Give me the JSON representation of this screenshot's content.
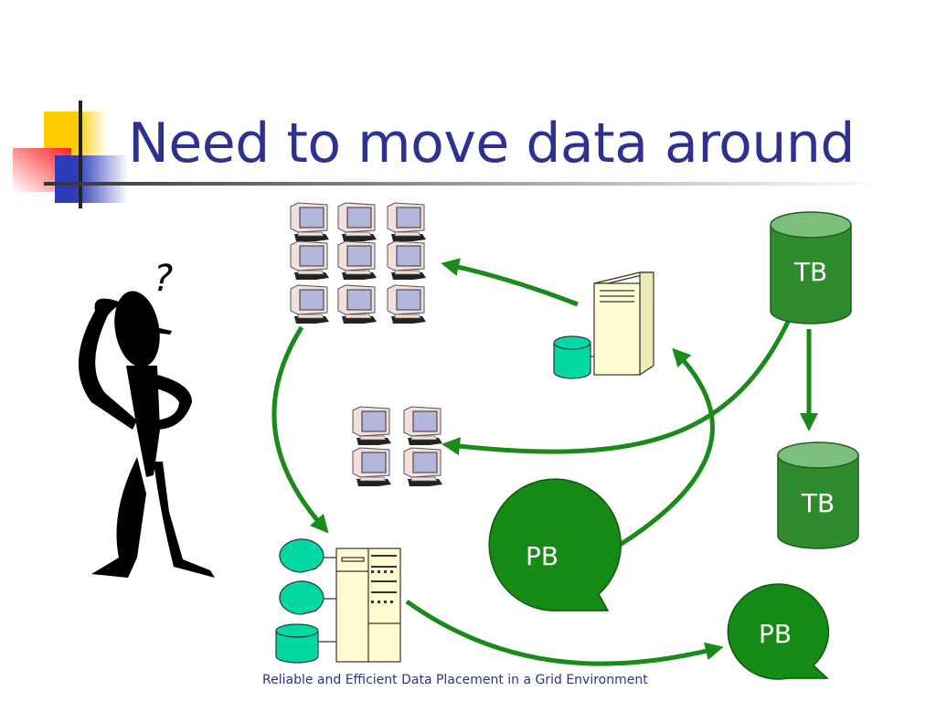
{
  "slide": {
    "title": "Need to move data around",
    "footer": "Reliable and Efficient Data Placement in a Grid Environment"
  },
  "diagram": {
    "storage": [
      {
        "kind": "disk",
        "label": "TB"
      },
      {
        "kind": "disk",
        "label": "TB"
      },
      {
        "kind": "tape",
        "label": "PB"
      },
      {
        "kind": "tape",
        "label": "PB"
      }
    ],
    "figure_text": "?"
  },
  "colors": {
    "title": "#2e3192",
    "arrow": "#1a8a1a",
    "disk": "#2e8b2e",
    "disk_top": "#7dbf7d",
    "tape": "#158a15",
    "server": "#fffbd0",
    "device": "#00d9a3"
  }
}
